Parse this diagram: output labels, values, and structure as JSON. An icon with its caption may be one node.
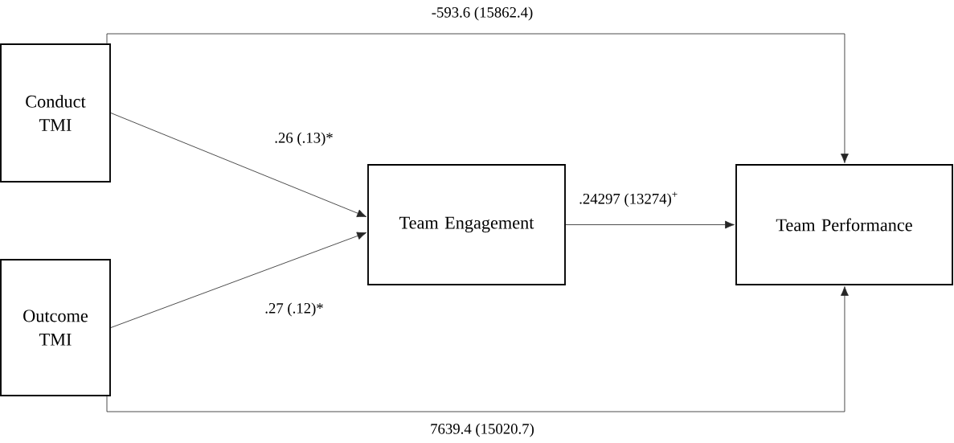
{
  "diagram": {
    "nodes": [
      {
        "text": [
          "Conduct TMI"
        ]
      },
      {
        "text": [
          "Outcome TMI"
        ]
      },
      {
        "text": [
          "Team Engagement"
        ]
      },
      {
        "text": [
          "Team Performance"
        ]
      }
    ],
    "edges": [
      {
        "from": 0,
        "to": 2,
        "arrow": "to",
        "label": ".26 (.13)*"
      },
      {
        "from": 1,
        "to": 2,
        "arrow": "to",
        "label": ".27 (.12)*"
      },
      {
        "from": 2,
        "to": 3,
        "arrow": "to",
        "label": ".24297 (13274)$^{+}$"
      },
      {
        "from": 0,
        "to": 3,
        "arrow": "to",
        "label": "-593.6 (15862.4)"
      },
      {
        "from": 1,
        "to": 3,
        "arrow": "to",
        "label": "7639.4 (15020.7)"
      }
    ]
  }
}
